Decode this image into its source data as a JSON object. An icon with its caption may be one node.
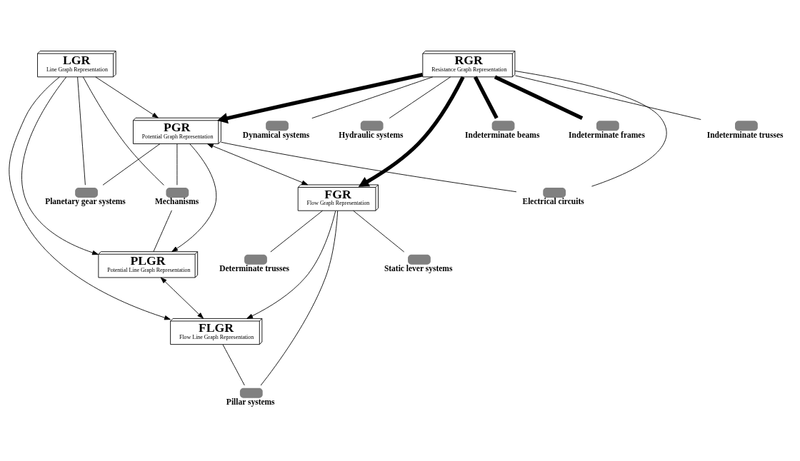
{
  "diagram": {
    "nodes": [
      {
        "text": [
          "LGR",
          "Line Graph Representation"
        ]
      },
      {
        "text": [
          "RGR",
          "Resistance Graph Representation"
        ]
      },
      {
        "text": [
          "PGR",
          "Potential Graph Representation"
        ]
      },
      {
        "text": [
          "FGR",
          "Flow Graph Representation"
        ]
      },
      {
        "text": [
          "Indeterminate beams"
        ]
      },
      {
        "text": [
          "Mechanisms"
        ]
      },
      {
        "text": [
          "Indeterminate frames"
        ]
      },
      {
        "text": [
          "Planetary gear systems"
        ]
      },
      {
        "text": [
          "Electrical circuits"
        ]
      },
      {
        "text": [
          "PLGR",
          "Potential Line Graph Representation"
        ]
      },
      {
        "text": [
          "FLGR",
          "Flow Line Graph Representation"
        ]
      },
      {
        "text": [
          "Static lever systems"
        ]
      },
      {
        "text": [
          "Indeterminate trusses"
        ]
      },
      {
        "text": [
          "Dynamical systems"
        ]
      },
      {
        "text": [
          "Determinate trusses"
        ]
      },
      {
        "text": [
          "Hydraulic systems"
        ]
      },
      {
        "text": [
          "Pillar systems"
        ]
      }
    ],
    "edges": [
      {
        "from": 0,
        "to": 2,
        "arrow": "to"
      },
      {
        "from": 0,
        "to": 9,
        "arrow": "to"
      },
      {
        "from": 0,
        "to": 10,
        "arrow": "to"
      },
      {
        "from": 0,
        "to": 7,
        "arrow": "none"
      },
      {
        "from": 0,
        "to": 5,
        "arrow": "none"
      },
      {
        "from": 5,
        "to": 9,
        "arrow": "none"
      },
      {
        "from": 1,
        "to": 2,
        "arrow": "to",
        "style": "thick"
      },
      {
        "from": 1,
        "to": 3,
        "arrow": "to",
        "style": "thick"
      },
      {
        "from": 1,
        "to": 4,
        "arrow": "none",
        "style": "thick"
      },
      {
        "from": 1,
        "to": 6,
        "arrow": "none",
        "style": "thick"
      },
      {
        "from": 1,
        "to": 8,
        "arrow": "none"
      },
      {
        "from": 1,
        "to": 15,
        "arrow": "none"
      },
      {
        "from": 1,
        "to": 13,
        "arrow": "none"
      },
      {
        "from": 1,
        "to": 12,
        "arrow": "none"
      },
      {
        "from": 2,
        "to": 3,
        "arrow": "both"
      },
      {
        "from": 2,
        "to": 5,
        "arrow": "none"
      },
      {
        "from": 2,
        "to": 7,
        "arrow": "none"
      },
      {
        "from": 2,
        "to": 9,
        "arrow": "to"
      },
      {
        "from": 2,
        "to": 8,
        "arrow": "none"
      },
      {
        "from": 3,
        "to": 10,
        "arrow": "to"
      },
      {
        "from": 3,
        "to": 14,
        "arrow": "none"
      },
      {
        "from": 3,
        "to": 11,
        "arrow": "none"
      },
      {
        "from": 3,
        "to": 16,
        "arrow": "none"
      },
      {
        "from": 9,
        "to": 10,
        "arrow": "both"
      },
      {
        "from": 10,
        "to": 16,
        "arrow": "none"
      }
    ]
  }
}
